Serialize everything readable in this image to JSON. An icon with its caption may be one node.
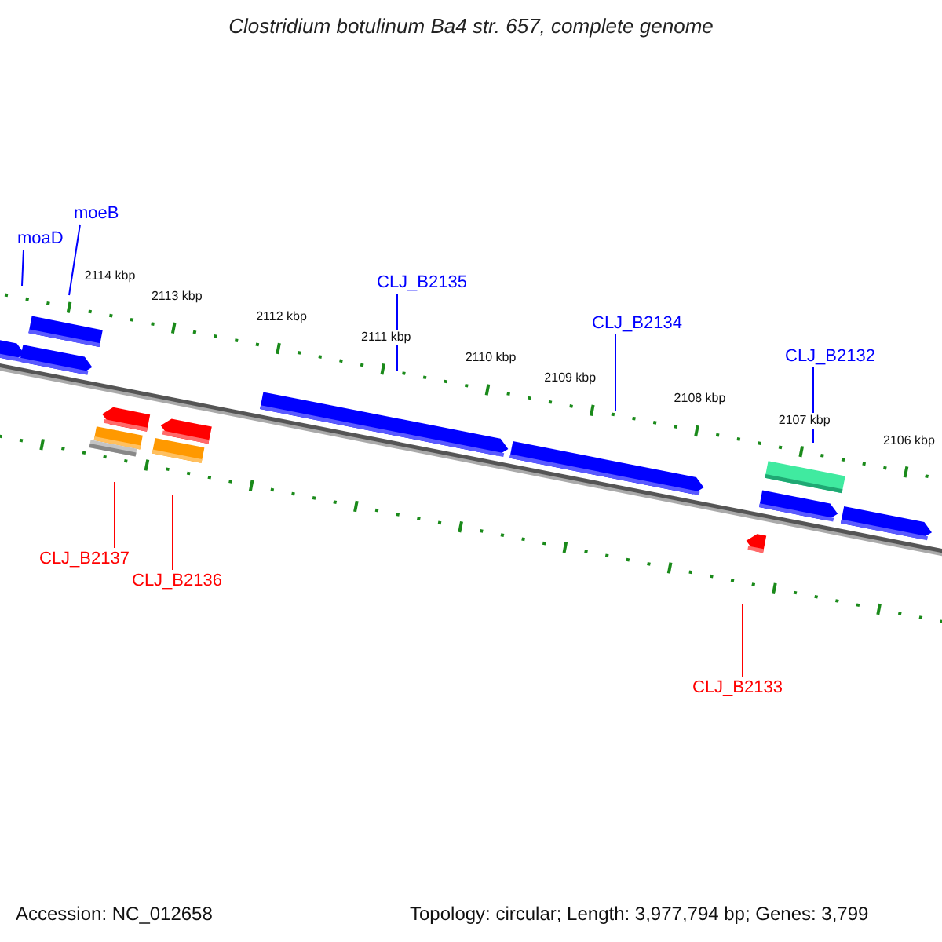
{
  "diagram": {
    "title": "Clostridium botulinum Ba4 str. 657, complete genome",
    "nodes": [
      {
        "text": [
          "moaD"
        ]
      },
      {
        "text": [
          "moeB"
        ]
      },
      {
        "text": [
          "CLJ_B2135"
        ]
      },
      {
        "text": [
          "CLJ_B2134"
        ]
      },
      {
        "text": [
          "CLJ_B2132"
        ]
      },
      {
        "text": [
          "CLJ_B2137"
        ]
      },
      {
        "text": [
          "CLJ_B2136"
        ]
      },
      {
        "text": [
          "CLJ_B2133"
        ]
      }
    ],
    "edges": [
      {
        "from": 0,
        "to": null,
        "arrow": "none"
      },
      {
        "from": 1,
        "to": null,
        "arrow": "none"
      },
      {
        "from": 2,
        "to": null,
        "arrow": "none"
      },
      {
        "from": 3,
        "to": null,
        "arrow": "none"
      },
      {
        "from": 4,
        "to": null,
        "arrow": "none"
      },
      {
        "from": 5,
        "to": null,
        "arrow": "none",
        "color": "#ff0000"
      },
      {
        "from": 6,
        "to": null,
        "arrow": "none",
        "color": "#ff0000"
      },
      {
        "from": 7,
        "to": null,
        "arrow": "none",
        "color": "#ff0000"
      }
    ],
    "labels": [
      "2114 kbp",
      "2113 kbp",
      "2112 kbp",
      "2111 kbp",
      "2110 kbp",
      "2109 kbp",
      "2108 kbp",
      "2107 kbp",
      "2106 kbp",
      "Accession: NC_012658",
      "Topology: circular; Length: 3,977,794 bp; Genes: 3,799"
    ]
  }
}
